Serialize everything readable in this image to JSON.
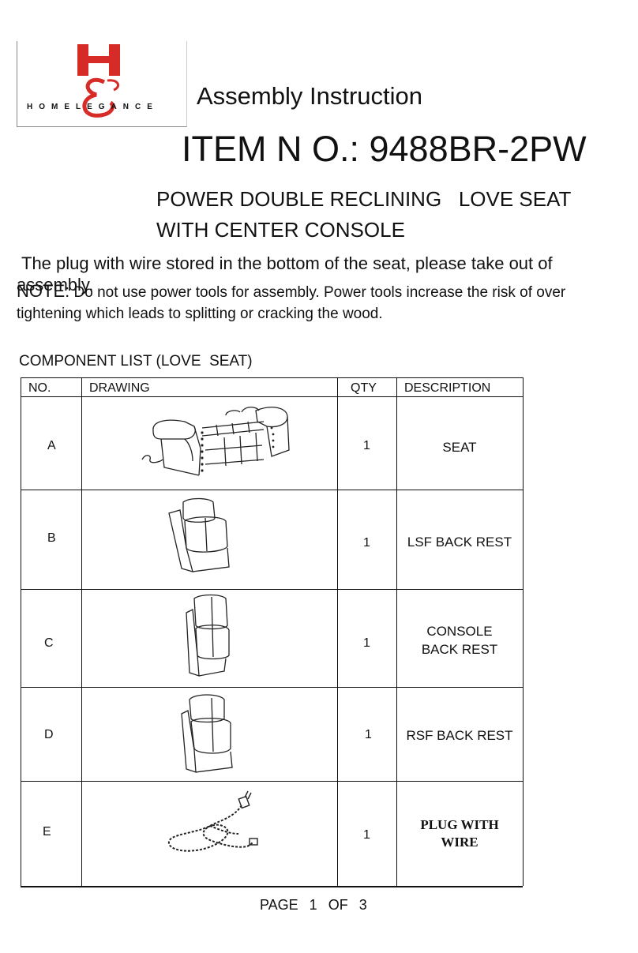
{
  "logo": {
    "text": "HOMELEGANCE",
    "monogram": "H"
  },
  "header": {
    "title": "Assembly Instruction",
    "item_number": "ITEM N O.: 9488BR-2PW",
    "subtitle_line1": "POWER DOUBLE RECLINING   LOVE SEAT",
    "subtitle_line2": "WITH CENTER CONSOLE"
  },
  "intro": {
    "plug_note": "The plug with wire stored in the bottom of the seat, please take out of assembly.",
    "note_label": "NOTE:",
    "note_text": "Do not use power tools for assembly. Power tools increase the risk of over tightening which leads to splitting or cracking the wood."
  },
  "component_list": {
    "title": "COMPONENT LIST (LOVE  SEAT)",
    "headers": {
      "no": "NO.",
      "drawing": "DRAWING",
      "qty": "QTY",
      "description": "DESCRIPTION"
    },
    "rows": [
      {
        "no": "A",
        "qty": "1",
        "description_line1": "SEAT",
        "description_line2": "",
        "drawing": "seat-drawing"
      },
      {
        "no": "B",
        "qty": "1",
        "description_line1": "LSF BACK REST",
        "description_line2": "",
        "drawing": "lsf-back-rest-drawing"
      },
      {
        "no": "C",
        "qty": "1",
        "description_line1": "CONSOLE",
        "description_line2": "BACK REST",
        "drawing": "console-back-rest-drawing"
      },
      {
        "no": "D",
        "qty": "1",
        "description_line1": "RSF BACK REST",
        "description_line2": "",
        "drawing": "rsf-back-rest-drawing"
      },
      {
        "no": "E",
        "qty": "1",
        "description_line1": "PLUG WITH",
        "description_line2": "WIRE",
        "drawing": "plug-with-wire-drawing"
      }
    ]
  },
  "footer": {
    "page": "PAGE  1  OF  3"
  },
  "colors": {
    "logo_red": "#d62b26",
    "text": "#111111",
    "rule": "#111111"
  }
}
